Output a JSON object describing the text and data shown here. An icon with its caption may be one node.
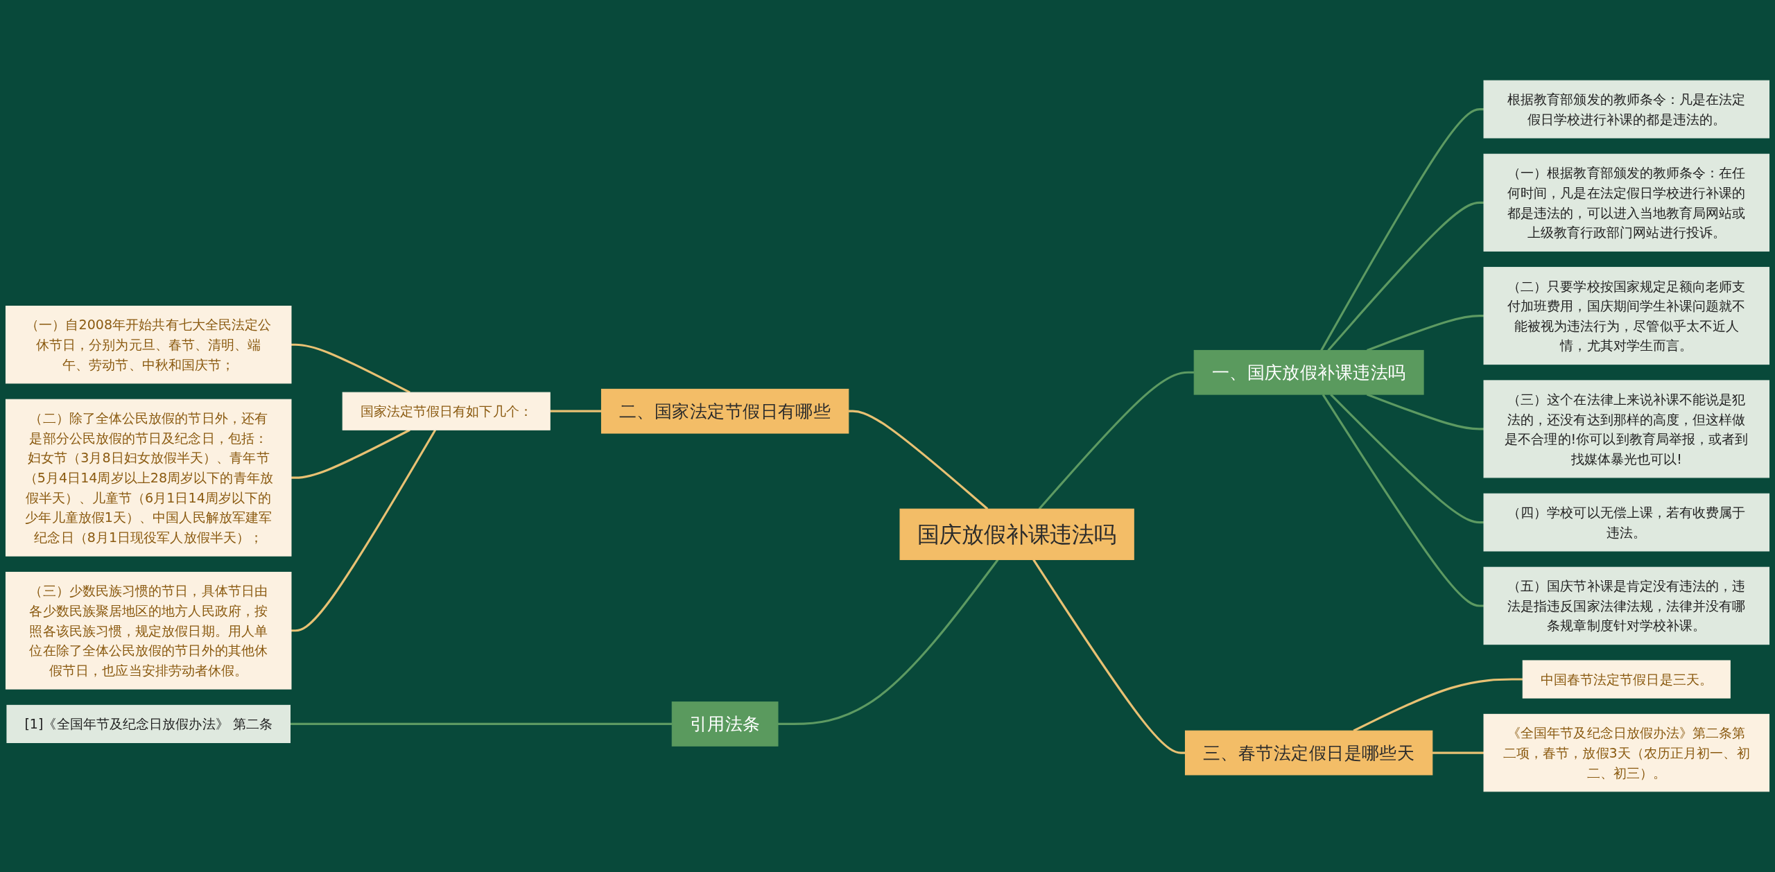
{
  "diagram": {
    "nodes": [
      {
        "text": [
          "国庆放假补课违法吗"
        ]
      },
      {
        "text": [
          "一、国庆放假补课违法吗"
        ]
      },
      {
        "text": [
          "根据教育部颁发的教师条令：凡是在法定假日学校进行补课的都是违法的。"
        ]
      },
      {
        "text": [
          "（一）根据教育部颁发的教师条令：在任何时间，凡是在法定假日学校进行补课的都是违法的，可以进入当地教育局网站或上级教育行政部门网站进行投诉。"
        ]
      },
      {
        "text": [
          "（二）只要学校按国家规定足额向老师支付加班费用，国庆期间学生补课问题就不能被视为违法行为，尽管似乎太不近人情，尤其对学生而言。"
        ]
      },
      {
        "text": [
          "（三）这个在法律上来说补课不能说是犯法的，还没有达到那样的高度，但这样做是不合理的!你可以到教育局举报，或者到找媒体暴光也可以!"
        ]
      },
      {
        "text": [
          "（四）学校可以无偿上课，若有收费属于违法。"
        ]
      },
      {
        "text": [
          "（五）国庆节补课是肯定没有违法的，违法是指违反国家法律法规，法律并没有哪条规章制度针对学校补课。"
        ]
      },
      {
        "text": [
          "三、春节法定假日是哪些天"
        ]
      },
      {
        "text": [
          "中国春节法定节假日是三天。"
        ]
      },
      {
        "text": [
          "《全国年节及纪念日放假办法》第二条第二项，春节，放假3天（农历正月初一、初二、初三）。"
        ]
      },
      {
        "text": [
          "二、国家法定节假日有哪些"
        ]
      },
      {
        "text": [
          "国家法定节假日有如下几个："
        ]
      },
      {
        "text": [
          "（一）自2008年开始共有七大全民法定公休节日，分别为元旦、春节、清明、端午、劳动节、中秋和国庆节；"
        ]
      },
      {
        "text": [
          "（二）除了全体公民放假的节日外，还有是部分公民放假的节日及纪念日，包括：妇女节（3月8日妇女放假半天）、青年节（5月4日14周岁以上28周岁以下的青年放假半天）、儿童节（6月1日14周岁以下的少年儿童放假1天）、中国人民解放军建军纪念日（8月1日现役军人放假半天）；"
        ]
      },
      {
        "text": [
          "（三）少数民族习惯的节日，具体节日由各少数民族聚居地区的地方人民政府，按照各该民族习惯，规定放假日期。用人单位在除了全体公民放假的节日外的其他休假节日，也应当安排劳动者休假。"
        ]
      },
      {
        "text": [
          "引用法条"
        ]
      },
      {
        "text": [
          "[1]《全国年节及纪念日放假办法》 第二条"
        ]
      }
    ],
    "edges": [
      {
        "from": 0,
        "to": 1,
        "arrow": "none"
      },
      {
        "from": 1,
        "to": 2,
        "arrow": "none"
      },
      {
        "from": 1,
        "to": 3,
        "arrow": "none"
      },
      {
        "from": 1,
        "to": 4,
        "arrow": "none"
      },
      {
        "from": 1,
        "to": 5,
        "arrow": "none"
      },
      {
        "from": 1,
        "to": 6,
        "arrow": "none"
      },
      {
        "from": 1,
        "to": 7,
        "arrow": "none"
      },
      {
        "from": 0,
        "to": 8,
        "arrow": "none",
        "color": "#e8c173"
      },
      {
        "from": 8,
        "to": 9,
        "arrow": "none",
        "color": "#e8c173"
      },
      {
        "from": 8,
        "to": 10,
        "arrow": "none",
        "color": "#e8c173"
      },
      {
        "from": 0,
        "to": 11,
        "arrow": "none",
        "color": "#e8c173"
      },
      {
        "from": 11,
        "to": 12,
        "arrow": "none",
        "color": "#e8c173"
      },
      {
        "from": 12,
        "to": 13,
        "arrow": "none",
        "color": "#e8c173"
      },
      {
        "from": 12,
        "to": 14,
        "arrow": "none",
        "color": "#e8c173"
      },
      {
        "from": 12,
        "to": 15,
        "arrow": "none",
        "color": "#e8c173"
      },
      {
        "from": 0,
        "to": 16,
        "arrow": "none"
      },
      {
        "from": 16,
        "to": 17,
        "arrow": "none"
      }
    ]
  }
}
